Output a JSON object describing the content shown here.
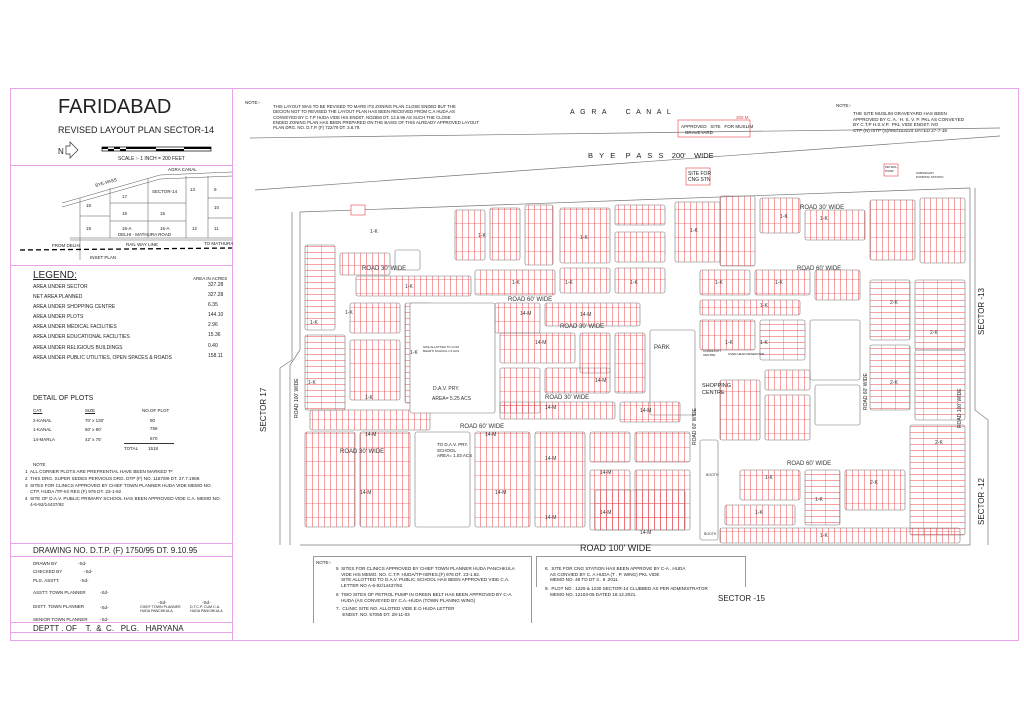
{
  "title": "FARIDABAD",
  "subtitle": "REVISED LAYOUT PLAN SECTOR-14",
  "north_label": "N",
  "scale_label": "SCALE :- 1 INCH = 200 FEET",
  "inset": {
    "label": "INSET PLAN",
    "bye_pass": "BYE-PASS",
    "agra_canal": "AGRA CANAL",
    "delhi_mathura_road": "DELHI - MATHURA ROAD",
    "rail_way_line": "RAIL WAY LINE",
    "from_delhi": "FROM DELHI",
    "to_mathura": "TO MATHURA",
    "sectors": [
      "17",
      "SECTOR-14",
      "13",
      "9",
      "18",
      "16",
      "15",
      "10",
      "19",
      "16-A",
      "15-A",
      "12",
      "11"
    ]
  },
  "legend": {
    "title": "LEGEND:",
    "unit_header": "AREA IN ACRES",
    "rows": [
      {
        "label": "AREA UNDER SECTOR",
        "value": "327.28"
      },
      {
        "label": "NET AREA PLANNED",
        "value": "327.28"
      },
      {
        "label": "AREA UNDER SHOPPING CENTRE",
        "value": "6.35"
      },
      {
        "label": "AREA UNDER PLOTS",
        "value": "144.10"
      },
      {
        "label": "AREA UNDER MEDICAL FACILITIES",
        "value": "2.96"
      },
      {
        "label": "AREA UNDER EDUCATIONAL FACILITIES",
        "value": "15.36"
      },
      {
        "label": "AREA UNDER RELIGIOUS BUILDINGS",
        "value": "0.40"
      },
      {
        "label": "AREA UNDER PUBLIC UTILITIES, OPEN SPACES & ROADS",
        "value": "158.11"
      }
    ]
  },
  "plots": {
    "title": "DETAIL OF PLOTS",
    "headers": [
      "CAT.",
      "SIZE",
      "NO.OF PLOT"
    ],
    "rows": [
      [
        "2-KANAL",
        "70' x 130'",
        "90"
      ],
      [
        "1-KANAL",
        "50' x 90'",
        "758"
      ],
      [
        "14-MARLA",
        "42' x 75'",
        "670"
      ]
    ],
    "total_label": "TOTAL",
    "total": "1518"
  },
  "left_notes": {
    "title": "NOTE",
    "items": [
      "1  ALL CORNER PLOTS ARE PREFRENTIAL HAVE BEEN MARKED 'P'",
      "2  THIS DRG. SUPER SEDES PERVIOUS DRG. DTP (F) NO. 1187/89 DT. 27.7.1989.",
      "3  SITES FOR CLINICS APPROVED BY CHIEF TOWN PLANNER HUDA VIDE MEMO NO.\n    CTP. HUDA /TP-III/ RES (F) 976 DT. 23-1-92",
      "4  SITE OF D.A.V. PUBLIC PRIMARY SCHOOL HAS BEEN APPROVED VIDE C.A. MEMO NO.\n    4-6-92/14437/92"
    ]
  },
  "title_block": {
    "drawing_no": "DRAWING NO. D.T.P. (F) 1750/95 DT. 9.10.95",
    "signatories": [
      {
        "role": "DRAWN BY",
        "sign": "-Sd-"
      },
      {
        "role": "CHECKED BY",
        "sign": "-Sd-"
      },
      {
        "role": "PLG. ASSTT.",
        "sign": "-Sd-"
      },
      {
        "role": "ASSTT. TOWN PLANNER",
        "sign": "-Sd-"
      },
      {
        "role": "DISTT. TOWN PLANNER",
        "sign": "-Sd-"
      },
      {
        "role": "SENIOR TOWN PLANNER",
        "sign": "-Sd-"
      }
    ],
    "ctp": {
      "sign": "-Sd-",
      "role": "CHIEF TOWN PLANNER\nHUDA PANCHKULA"
    },
    "dtcp": {
      "sign": "-Sd-",
      "role": "D.T.C.P. CUM C.A.\nHUDA PANCHKULA"
    },
    "department": "DEPTT . OF    T.  &  C.   PLG.   HARYANA"
  },
  "top_note": {
    "title": "NOTE:-",
    "text": "THIS LAYOUT WAS TO BE REVISED TO MARE ITS ZONING PLAN CLOSE ENDED BUT THE\nDECION NOT TO REVISED THE LAYOUT PLAN HAS BEEN RECEIVED FROM C.A HUDA AS\nCONVEYED BY C.T.P HUDA VIDE HIS ENDST. NO2850 DT. 12.6.96 AS SUCH THE CLOSE\nENDED ZONING PLAN HAS BEEN PREPARED ON THE BASIS OF THIS ALREADY APPROVED LAYOUT\nPLAN DRG. NO. D.T.P. (F) 722/79 DT. 3.8.79."
  },
  "right_note": {
    "title": "NOTE:-",
    "text": "THE SITE MUSLIM GRAVEYARD HAS BEEN\nAPPROVED BY C. A.  H. S. V. P. PKL AS CONVEYED\nBY C.T.P H.S.V.P.  PKL VIDE ENDST. NO\nCTP (N) /STP (S)/MS/153224 DATED 27-7-18"
  },
  "bottom_notes": {
    "title": "NOTE:-",
    "items": [
      "5  SITES FOR CLINICS APPROVED BY CHIEF TOWN PLANNER HUDA PANCHKULA\n    VIDE HIS MEMO. NO. C.T.P. HUDA/TP-III/RES.(F) 976 DT. 23-1.92.\n    SITE ALLOTTED TO D.A.V. PUBLIC SCHOOL HAS BEEN APPROVED VIDE C.A.\n    LETTER NO A-6-92/14437/92.",
      "6  TWO SITES OF PETROL PUMP IN GREEN BELT HAS BEEN APPROVED BY C-A.\n    HUDA (AS CONVEYED BY C.A.-HUDA (TOWN PLANING WING)",
      "7.  CLINIC SITE NO. ALLOTED VIDE E.O HUDA LETTER\n     ENDST. NO. 57056 DT. 28-11-03",
      "8.  SITE FOR CNG STATION HAS BEEN APPROVE BY C-A . HUDA\n    AS CONVIED BY C. A HUDA (T . P. WING) PKL VIDE\n    MEMO NO. 48 TO DT 3 . 6 .2011",
      "9.  PLOT NO . 1229 & 1230 SECTOR-14 CLUBBED AS PER ADMINISTRATOR\n    MEMO NO. 12103-06 DATED 18.12.2021."
    ]
  },
  "map": {
    "agra_canal": "A   G   R   A          C   A   N   A   L",
    "bye_pass": "B   Y   E     P   A   S   S    200'    WIDE",
    "graveyard": "APPROVED   SITE   FOR MUSLIM\n   GRAVEYARD",
    "graveyard_dim": "300 M",
    "cng": "SITE FOR\nCNG STN",
    "petrol_pump": "PETROL\nPUMP",
    "pumping_station": "SUBSIDIARY\nPUMPING STATION",
    "sector_17": "SECTOR 17",
    "sector_13": "SECTOR -13",
    "sector_12": "SECTOR -12",
    "sector_15": "SECTOR -15",
    "road_100": "ROAD 100' WIDE",
    "road_100_v": "ROAD 100' WIDE",
    "road_60_v": "ROAD 60' WIDE",
    "road_30": "ROAD 30' WIDE",
    "road_60": "ROAD 60' WIDE",
    "park": "PARK",
    "dav": "D.A.V. PRY.",
    "dav_area": "AREA= 5.25 ACS",
    "dav2": "TO D.A.V. PRY.\nSCHOOL\nAREA= 1.03 ACS",
    "lotus_school": "SITE ALLOTTED TO LOTA\nBHARTI SCHOOL 1.5 ACS",
    "shopping": "SHOPPING\nCENTRE",
    "community": "COMMUNITY\nCENTRE",
    "reservoir": "OVER HEAD RESERVOIR",
    "booth": "BOOTH",
    "plot_1k": "1-K",
    "plot_14m": "14-M",
    "plot_2k": "2-K"
  },
  "colors": {
    "frame": "#eaa3ea",
    "plot_lines": "#e8444a",
    "roads": "#777777"
  }
}
